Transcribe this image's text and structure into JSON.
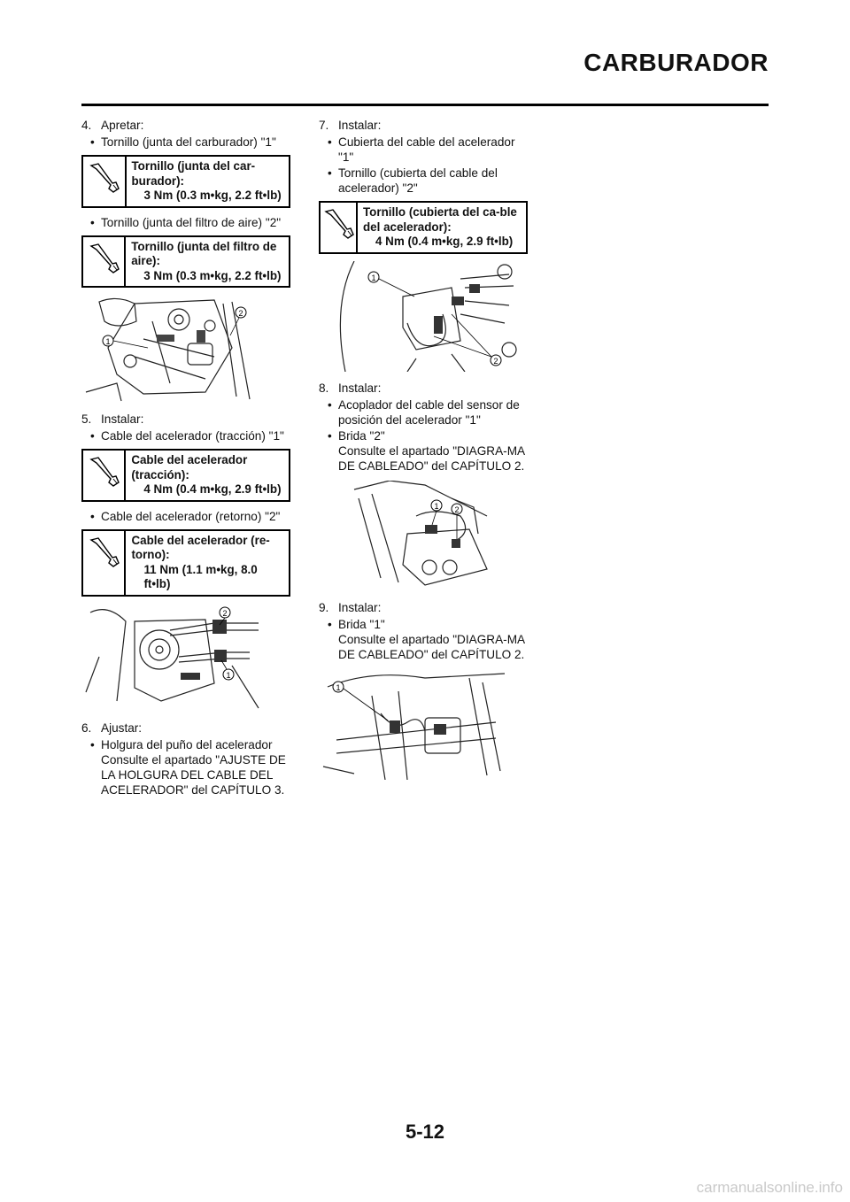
{
  "header": {
    "title": "CARBURADOR"
  },
  "page_number": "5-12",
  "watermark": "carmanualsonline.info",
  "left": {
    "step4": {
      "num": "4.",
      "label": "Apretar:",
      "b1": "Tornillo (junta del carburador) \"1\"",
      "t1": {
        "name": "Tornillo (junta del car-burador):",
        "value": "3 Nm (0.3 m•kg, 2.2 ft•lb)"
      },
      "b2": "Tornillo (junta del filtro de aire) \"2\"",
      "t2": {
        "name": "Tornillo (junta del filtro de aire):",
        "value": "3 Nm (0.3 m•kg, 2.2 ft•lb)"
      }
    },
    "fig1": {
      "c1": "1",
      "c2": "2"
    },
    "step5": {
      "num": "5.",
      "label": "Instalar:",
      "b1": "Cable del acelerador (tracción) \"1\"",
      "t1": {
        "name": "Cable del acelerador (tracción):",
        "value": "4 Nm (0.4 m•kg, 2.9 ft•lb)"
      },
      "b2": "Cable del acelerador (retorno) \"2\"",
      "t2": {
        "name": "Cable del acelerador (re-torno):",
        "value": "11 Nm (1.1 m•kg, 8.0 ft•lb)"
      }
    },
    "fig2": {
      "c1": "1",
      "c2": "2"
    },
    "step6": {
      "num": "6.",
      "label": "Ajustar:",
      "b1": "Holgura del puño del acelerador",
      "note": "Consulte el apartado \"AJUSTE DE LA HOLGURA DEL CABLE DEL ACELERADOR\" del CAPÍTULO 3."
    }
  },
  "right": {
    "step7": {
      "num": "7.",
      "label": "Instalar:",
      "b1": "Cubierta del cable del acelerador \"1\"",
      "b2": "Tornillo (cubierta del cable del acelerador) \"2\"",
      "t1": {
        "name": "Tornillo (cubierta del ca-ble del acelerador):",
        "value": "4 Nm (0.4 m•kg, 2.9 ft•lb)"
      }
    },
    "fig3": {
      "c1": "1",
      "c2": "2"
    },
    "step8": {
      "num": "8.",
      "label": "Instalar:",
      "b1": "Acoplador del cable del sensor de posición del acelerador \"1\"",
      "b2": "Brida \"2\"",
      "note": "Consulte el apartado \"DIAGRA-MA DE CABLEADO\" del CAPÍTULO 2."
    },
    "fig4": {
      "c1": "1",
      "c2": "2"
    },
    "step9": {
      "num": "9.",
      "label": "Instalar:",
      "b1": "Brida \"1\"",
      "note": "Consulte el apartado \"DIAGRA-MA DE CABLEADO\" del CAPÍTULO 2."
    },
    "fig5": {
      "c1": "1"
    }
  },
  "icons": {
    "torque": "torque-wrench-icon"
  }
}
